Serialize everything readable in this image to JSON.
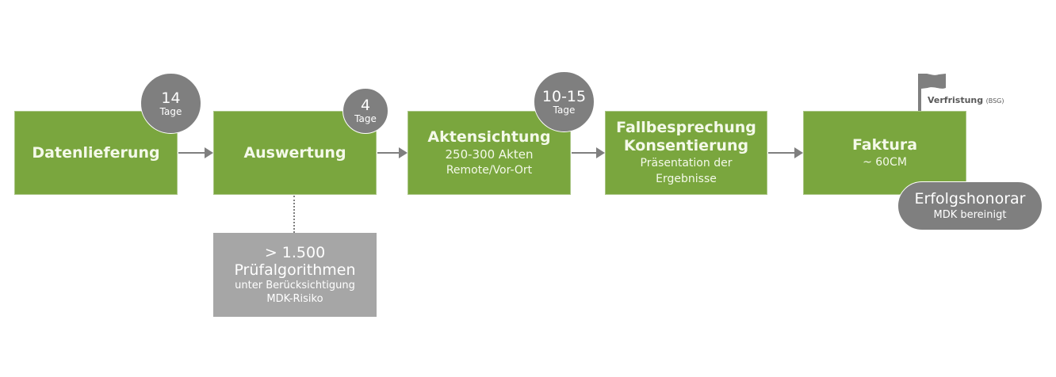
{
  "steps": [
    {
      "title": "Datenlieferung",
      "lines": []
    },
    {
      "title": "Auswertung",
      "lines": []
    },
    {
      "title": "Aktensichtung",
      "lines": [
        "250-300 Akten",
        "Remote/Vor-Ort"
      ]
    },
    {
      "title": "Fallbesprechung",
      "title2": "Konsentierung",
      "lines": [
        "Präsentation der",
        "Ergebnisse"
      ]
    },
    {
      "title": "Faktura",
      "lines": [
        "~ 60CM"
      ]
    }
  ],
  "durations": [
    {
      "value": "14",
      "unit": "Tage"
    },
    {
      "value": "4",
      "unit": "Tage"
    },
    {
      "value": "10-15",
      "unit": "Tage"
    }
  ],
  "algorithms_box": {
    "line1": "> 1.500",
    "line2": "Prüfalgorithmen",
    "line3": "unter Berücksichtigung",
    "line4": "MDK-Risiko"
  },
  "milestone": {
    "label": "Verfristung",
    "note": "(BSG)",
    "icon": "flag-icon"
  },
  "fee_badge": {
    "title": "Erfolgshonorar",
    "subtitle": "MDK bereinigt"
  },
  "colors": {
    "step_green": "#7aa63e",
    "circle_gray": "#7f7f7f",
    "box_gray": "#a6a6a6",
    "arrow_gray": "#7f7f7f"
  }
}
